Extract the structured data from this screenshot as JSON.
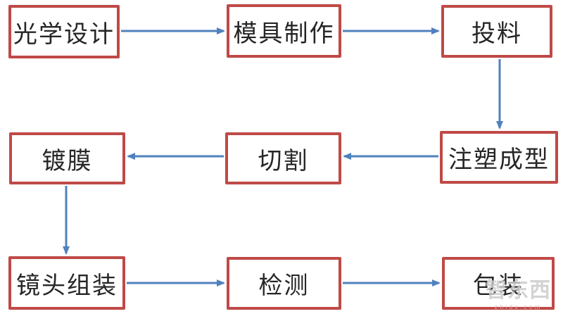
{
  "diagram": {
    "type": "flowchart",
    "nodes": [
      {
        "id": "optical-design",
        "label": "光学设计"
      },
      {
        "id": "mold-making",
        "label": "模具制作"
      },
      {
        "id": "feeding",
        "label": "投料"
      },
      {
        "id": "injection-molding",
        "label": "注塑成型"
      },
      {
        "id": "cutting",
        "label": "切割"
      },
      {
        "id": "coating",
        "label": "镀膜"
      },
      {
        "id": "lens-assembly",
        "label": "镜头组装"
      },
      {
        "id": "inspection",
        "label": "检测"
      },
      {
        "id": "packaging",
        "label": "包装"
      }
    ],
    "edges": [
      {
        "from": "光学设计",
        "to": "模具制作",
        "direction": "right"
      },
      {
        "from": "模具制作",
        "to": "投料",
        "direction": "right"
      },
      {
        "from": "投料",
        "to": "注塑成型",
        "direction": "down"
      },
      {
        "from": "注塑成型",
        "to": "切割",
        "direction": "left"
      },
      {
        "from": "切割",
        "to": "镀膜",
        "direction": "left"
      },
      {
        "from": "镀膜",
        "to": "镜头组装",
        "direction": "down"
      },
      {
        "from": "镜头组装",
        "to": "检测",
        "direction": "right"
      },
      {
        "from": "检测",
        "to": "包装",
        "direction": "right"
      }
    ]
  },
  "watermark": {
    "logo_text": "智东西",
    "site_text": "zhidx.com"
  },
  "colors": {
    "box_border": "#bf4a47",
    "arrow": "#4f81bd",
    "text": "#262626",
    "watermark": "#cccccc"
  }
}
